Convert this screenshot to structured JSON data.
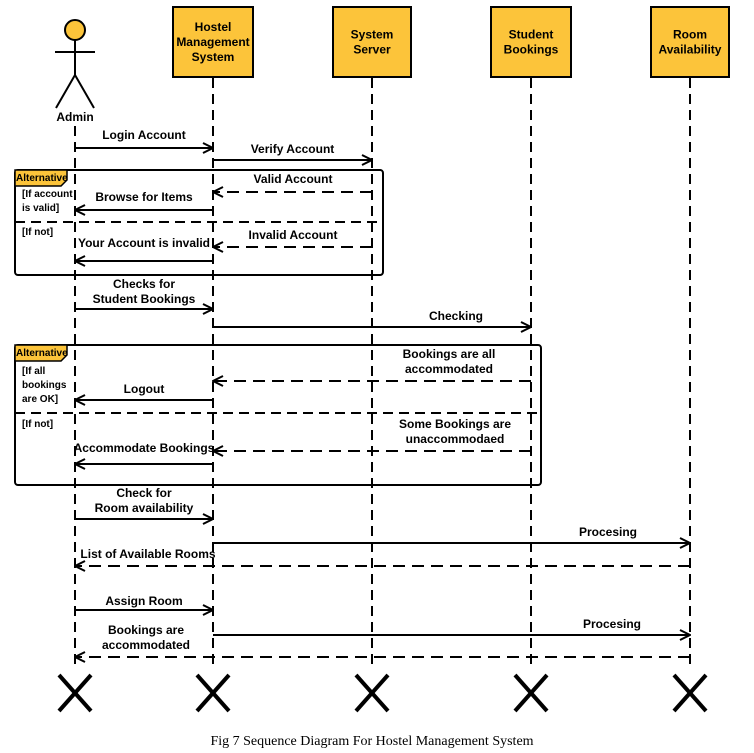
{
  "colors": {
    "lifeline_fill": "#FCC43A",
    "actor_fill": "#FCC43A",
    "tag_fill": "#FCC43A",
    "stroke": "#000000",
    "background": "#FFFFFF"
  },
  "actor": {
    "label": "Admin"
  },
  "lifelines": [
    {
      "label": [
        "Hostel",
        "Management",
        "System"
      ]
    },
    {
      "label": [
        "System",
        "Server"
      ]
    },
    {
      "label": [
        "Student",
        "Bookings"
      ]
    },
    {
      "label": [
        "Room",
        "Availability"
      ]
    }
  ],
  "fragments": [
    {
      "type": "Alternative",
      "guards": [
        [
          "[If account",
          "is valid]"
        ],
        [
          "[If not]"
        ]
      ]
    },
    {
      "type": "Alternative",
      "guards": [
        [
          "[If all",
          "bookings",
          "are OK]"
        ],
        [
          "[If not]"
        ]
      ]
    }
  ],
  "messages": [
    {
      "label": [
        "Login Account"
      ]
    },
    {
      "label": [
        "Verify Account"
      ]
    },
    {
      "label": [
        "Valid Account"
      ]
    },
    {
      "label": [
        "Browse for Items"
      ]
    },
    {
      "label": [
        "Invalid Account"
      ]
    },
    {
      "label": [
        "Your Account is invalid"
      ]
    },
    {
      "label": [
        "Checks for",
        "Student Bookings"
      ]
    },
    {
      "label": [
        "Checking"
      ]
    },
    {
      "label": [
        "Bookings are all",
        "accommodated"
      ]
    },
    {
      "label": [
        "Logout"
      ]
    },
    {
      "label": [
        "Some Bookings are",
        "unaccommodaed"
      ]
    },
    {
      "label": [
        "Accommodate Bookings"
      ]
    },
    {
      "label": [
        "Check for",
        "Room availability"
      ]
    },
    {
      "label": [
        "Procesing"
      ]
    },
    {
      "label": [
        "List of Available Rooms"
      ]
    },
    {
      "label": [
        "Assign Room"
      ]
    },
    {
      "label": [
        "Procesing"
      ]
    },
    {
      "label": [
        "Bookings are",
        "accommodated"
      ]
    }
  ],
  "caption": "Fig 7 Sequence Diagram For Hostel Management System"
}
